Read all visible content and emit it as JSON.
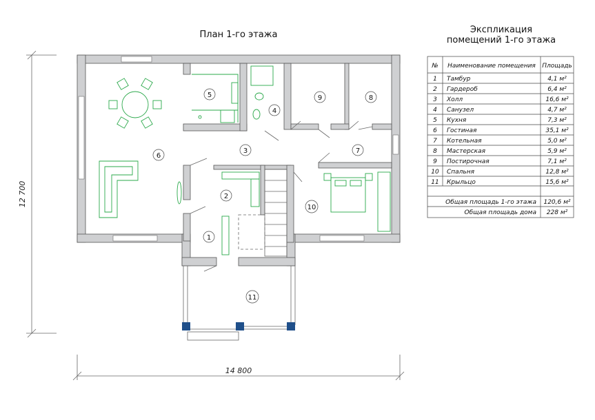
{
  "plan": {
    "title": "План 1-го этажа",
    "dim_width": "14 800",
    "dim_height": "12 700",
    "room_numbers": [
      "1",
      "2",
      "3",
      "4",
      "5",
      "6",
      "7",
      "8",
      "9",
      "10",
      "11"
    ]
  },
  "explication": {
    "title_line1": "Экспликация",
    "title_line2": "помещений 1-го этажа",
    "headers": {
      "num": "№",
      "name": "Наименование помещения",
      "area": "Площадь"
    },
    "rooms": [
      {
        "num": "1",
        "name": "Тамбур",
        "area": "4,1 м²"
      },
      {
        "num": "2",
        "name": "Гардероб",
        "area": "6,4 м²"
      },
      {
        "num": "3",
        "name": "Холл",
        "area": "16,6 м²"
      },
      {
        "num": "4",
        "name": "Санузел",
        "area": "4,7 м²"
      },
      {
        "num": "5",
        "name": "Кухня",
        "area": "7,3 м²"
      },
      {
        "num": "6",
        "name": "Гостиная",
        "area": "35,1 м²"
      },
      {
        "num": "7",
        "name": "Котельная",
        "area": "5,0 м²"
      },
      {
        "num": "8",
        "name": "Мастерская",
        "area": "5,9 м²"
      },
      {
        "num": "9",
        "name": "Постирочная",
        "area": "7,1 м²"
      },
      {
        "num": "10",
        "name": "Спальня",
        "area": "12,8 м²"
      },
      {
        "num": "11",
        "name": "Крыльцо",
        "area": "15,6 м²"
      }
    ],
    "total_floor_label": "Общая площадь 1-го этажа",
    "total_floor_value": "120,6 м²",
    "total_house_label": "Общая площадь дома",
    "total_house_value": "228 м²"
  },
  "colors": {
    "wall": "#cfd0d2",
    "furniture": "#2aa84a",
    "column": "#1f4f8a"
  }
}
